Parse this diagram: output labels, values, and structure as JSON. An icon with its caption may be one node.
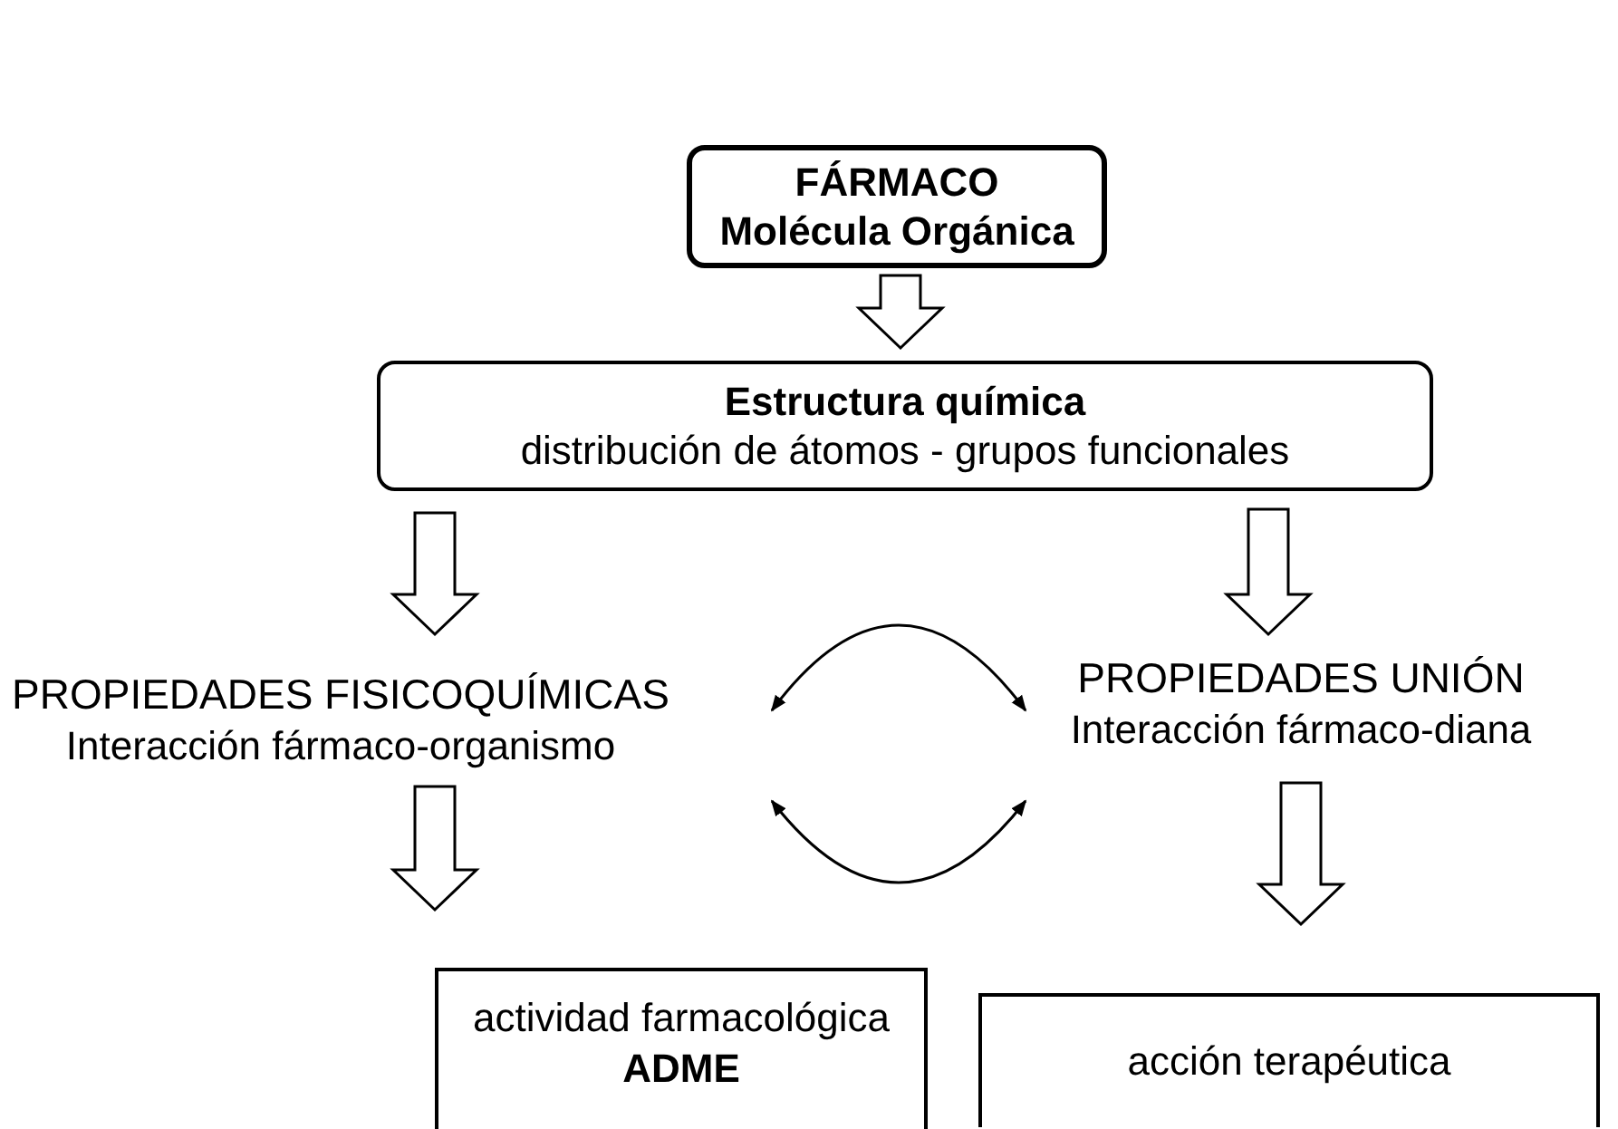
{
  "diagram": {
    "nodes": [
      {
        "text": [
          "FÁRMACO",
          "Molécula Orgánica"
        ]
      },
      {
        "text": [
          "Estructura química",
          "distribución de átomos - grupos funcionales"
        ]
      },
      {
        "text": [
          "PROPIEDADES FISICOQUÍMICAS",
          "Interacción fármaco-organismo"
        ]
      },
      {
        "text": [
          "PROPIEDADES UNIÓN",
          "Interacción fármaco-diana"
        ]
      },
      {
        "text": [
          "actividad farmacológica",
          "ADME"
        ]
      },
      {
        "text": [
          "acción terapéutica"
        ]
      }
    ],
    "edges": [
      {
        "from": 0,
        "to": 1,
        "arrow": "to"
      },
      {
        "from": 1,
        "to": 2,
        "arrow": "to"
      },
      {
        "from": 1,
        "to": 3,
        "arrow": "to"
      },
      {
        "from": 2,
        "to": 3,
        "arrow": "both"
      },
      {
        "from": 2,
        "to": 3,
        "arrow": "both"
      },
      {
        "from": 2,
        "to": 4,
        "arrow": "to"
      },
      {
        "from": 3,
        "to": 5,
        "arrow": "to"
      }
    ]
  }
}
